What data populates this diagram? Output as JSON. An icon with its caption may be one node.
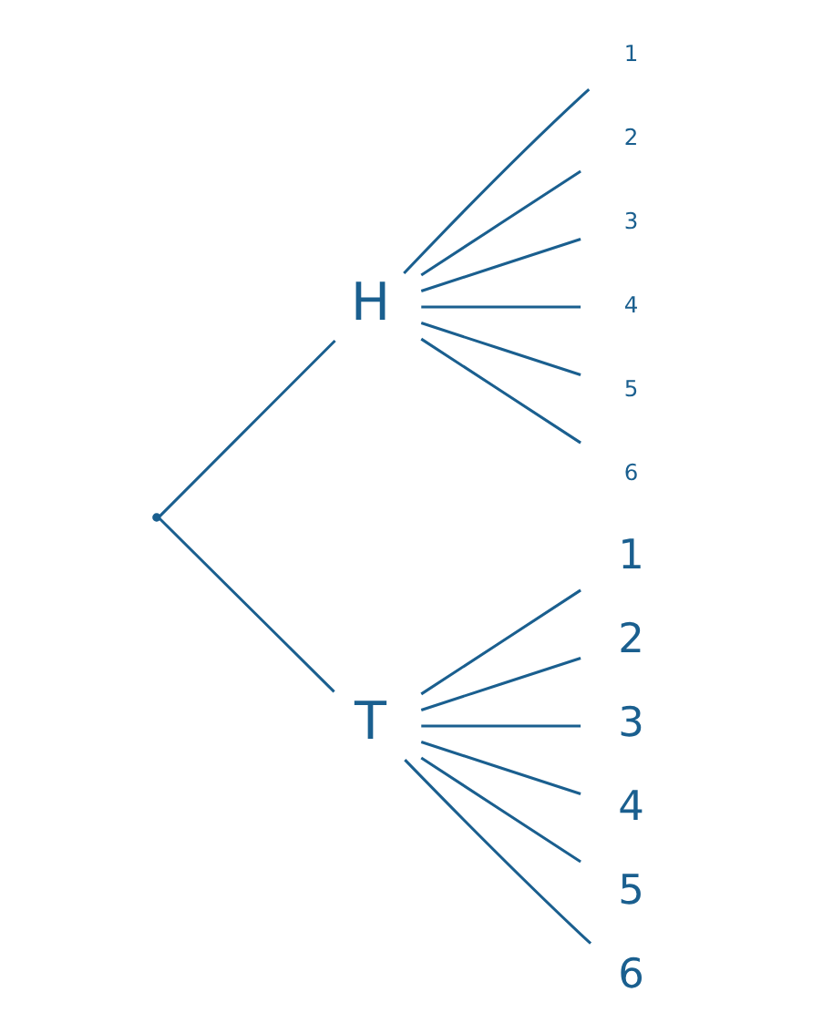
{
  "diagram": {
    "nodes": [
      {
        "text": [],
        "shape": "point"
      },
      {
        "text": [
          "H"
        ]
      },
      {
        "text": [
          "T"
        ]
      },
      {
        "text": [
          "1"
        ]
      },
      {
        "text": [
          "2"
        ]
      },
      {
        "text": [
          "3"
        ]
      },
      {
        "text": [
          "4"
        ]
      },
      {
        "text": [
          "5"
        ]
      },
      {
        "text": [
          "6"
        ]
      },
      {
        "text": [
          "1"
        ]
      },
      {
        "text": [
          "2"
        ]
      },
      {
        "text": [
          "3"
        ]
      },
      {
        "text": [
          "4"
        ]
      },
      {
        "text": [
          "5"
        ]
      },
      {
        "text": [
          "6"
        ]
      }
    ],
    "edges": [
      {
        "from": 0,
        "to": 1,
        "arrow": "none"
      },
      {
        "from": 0,
        "to": 2,
        "arrow": "none"
      },
      {
        "from": 1,
        "to": 3,
        "arrow": "none"
      },
      {
        "from": 1,
        "to": 4,
        "arrow": "none"
      },
      {
        "from": 1,
        "to": 5,
        "arrow": "none"
      },
      {
        "from": 1,
        "to": 6,
        "arrow": "none"
      },
      {
        "from": 1,
        "to": 7,
        "arrow": "none"
      },
      {
        "from": 1,
        "to": 8,
        "arrow": "none"
      },
      {
        "from": 2,
        "to": 9,
        "arrow": "none"
      },
      {
        "from": 2,
        "to": 10,
        "arrow": "none"
      },
      {
        "from": 2,
        "to": 11,
        "arrow": "none"
      },
      {
        "from": 2,
        "to": 12,
        "arrow": "none"
      },
      {
        "from": 2,
        "to": 13,
        "arrow": "none"
      },
      {
        "from": 2,
        "to": 14,
        "arrow": "none"
      }
    ]
  }
}
